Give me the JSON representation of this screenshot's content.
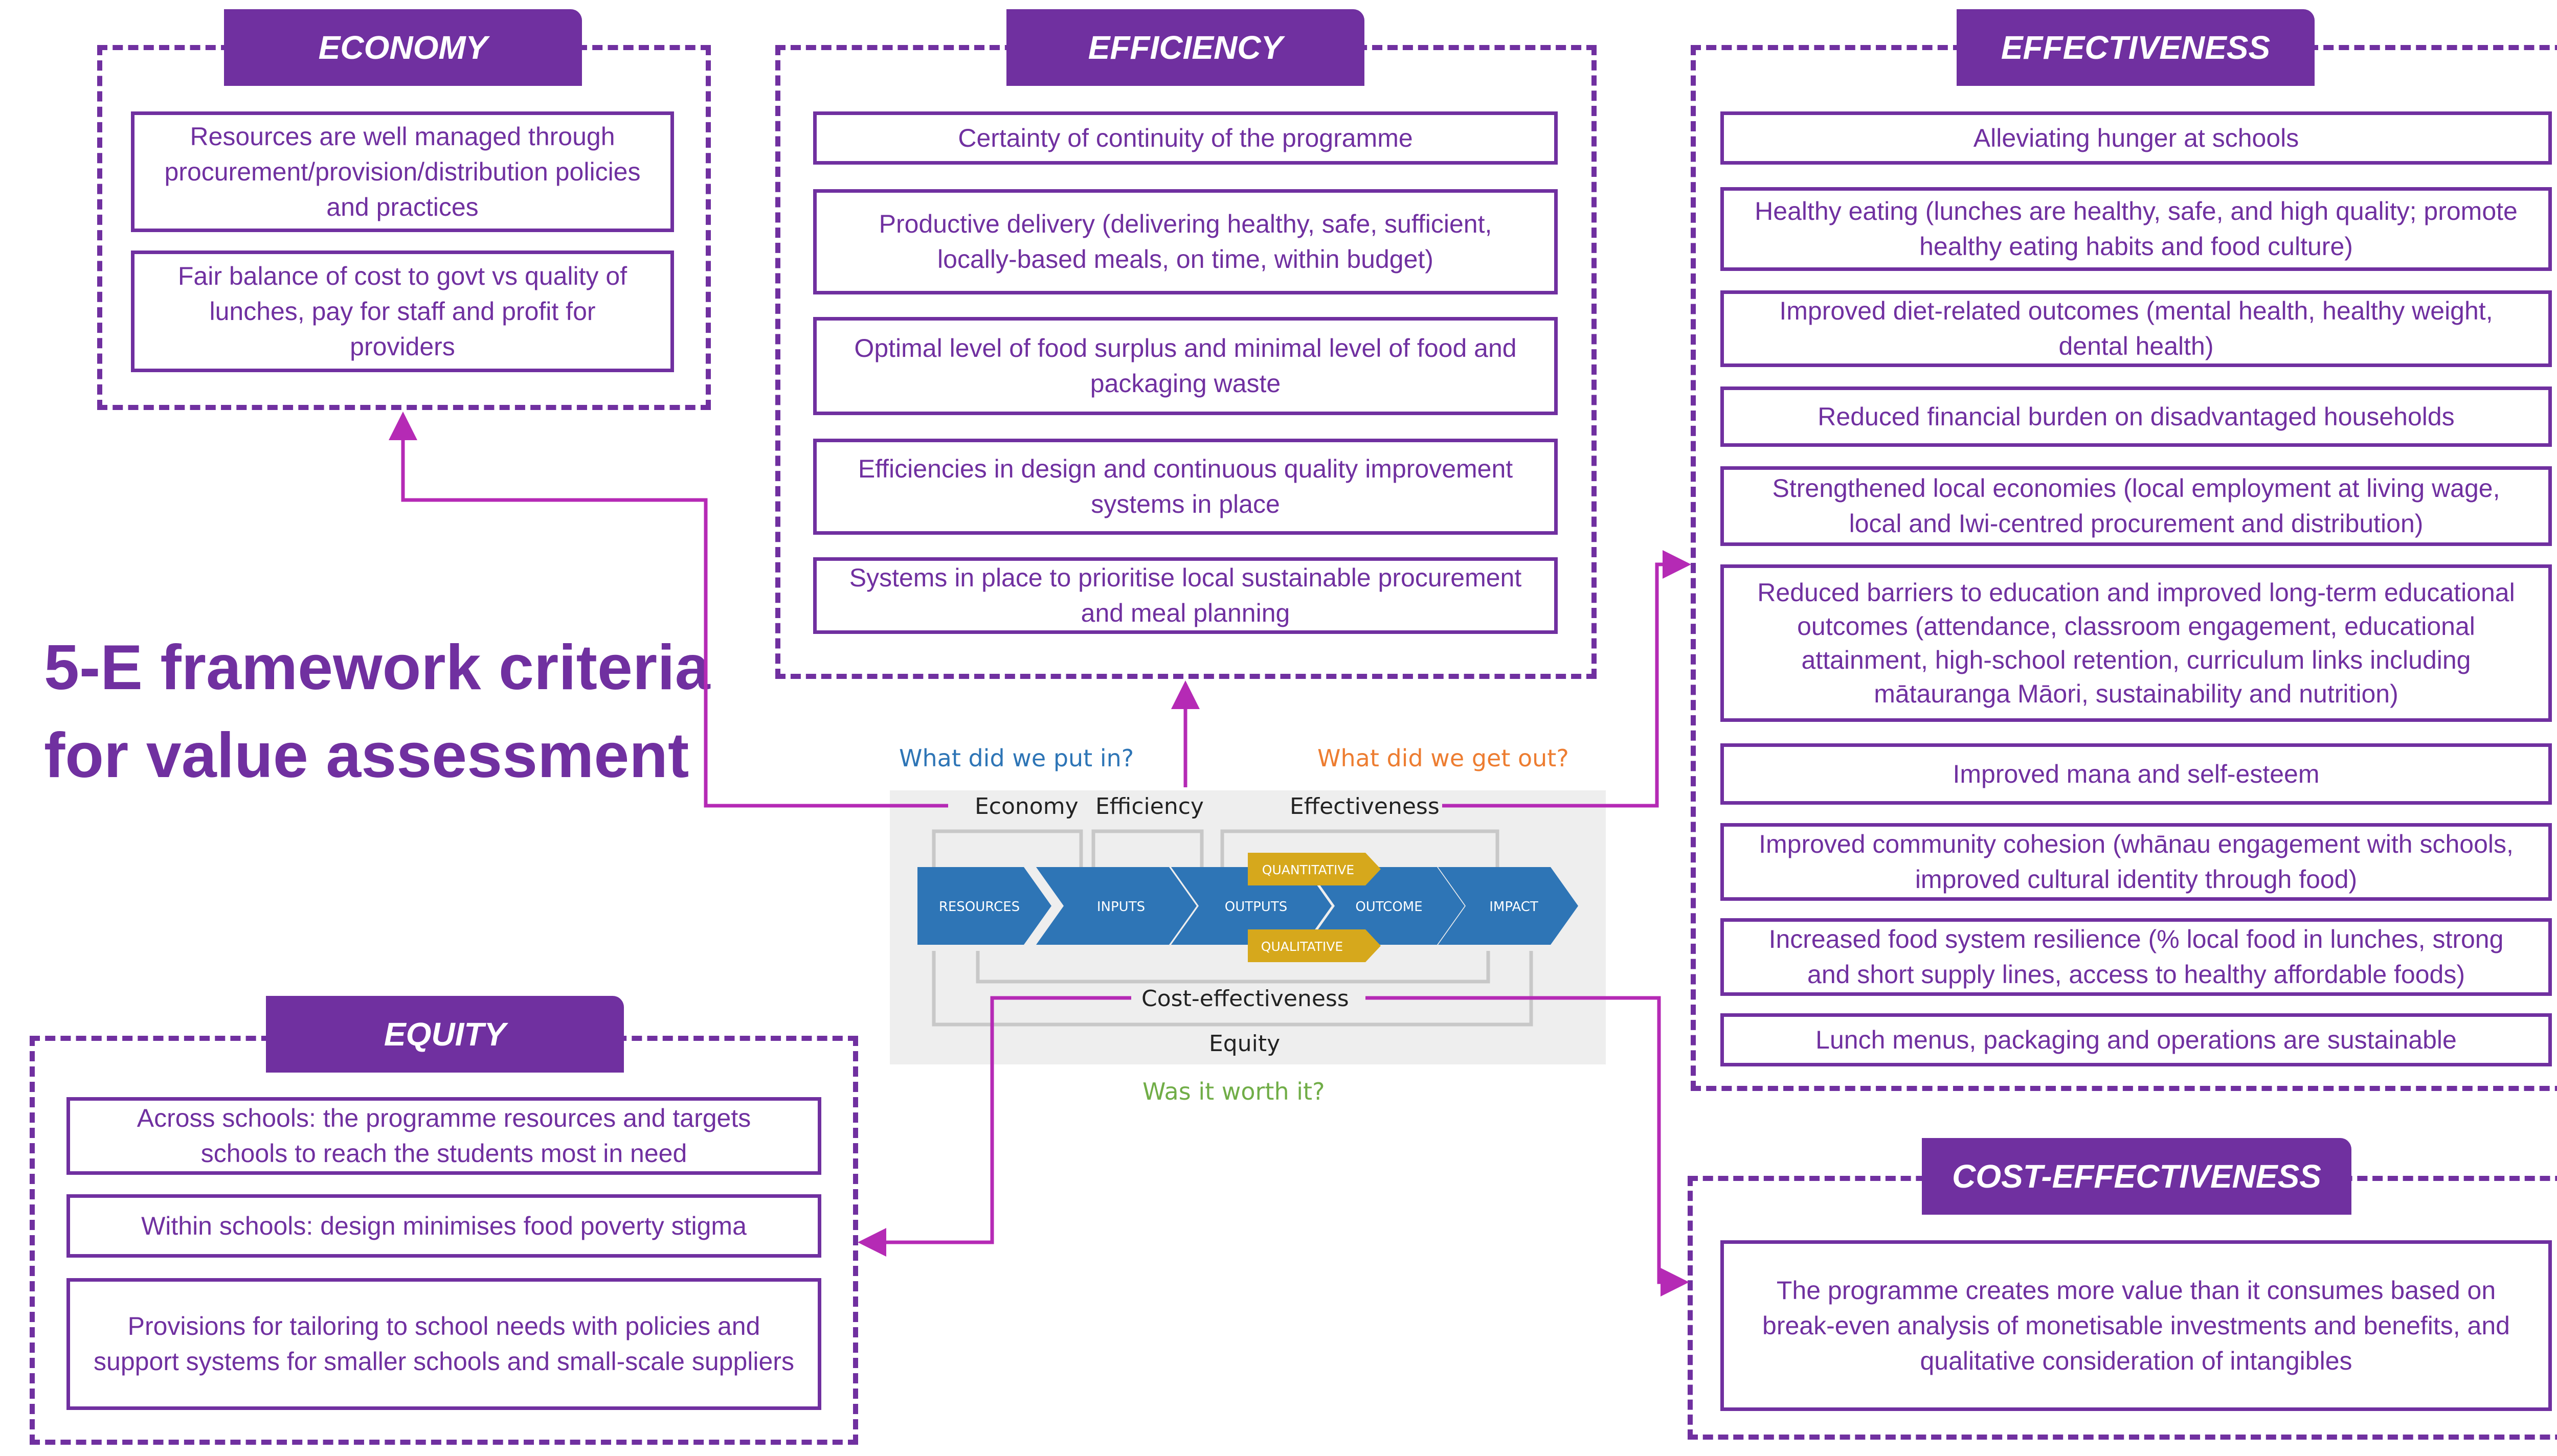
{
  "title": "5-E framework criteria for value assessment",
  "economy": {
    "heading": "ECONOMY",
    "items": [
      "Resources are well managed through procurement/provision/distribution policies and practices",
      "Fair balance of cost to govt vs quality of lunches, pay for staff and profit for providers"
    ]
  },
  "efficiency": {
    "heading": "EFFICIENCY",
    "items": [
      "Certainty of continuity of the programme",
      "Productive delivery (delivering healthy, safe, sufficient, locally-based meals, on time, within budget)",
      "Optimal level of food surplus and minimal level of food and packaging waste",
      "Efficiencies in design and continuous quality improvement systems in place",
      "Systems in place to prioritise local sustainable procurement and meal planning"
    ]
  },
  "effectiveness": {
    "heading": "EFFECTIVENESS",
    "items": [
      "Alleviating hunger at schools",
      "Healthy eating (lunches are healthy, safe, and high quality; promote healthy eating habits and food culture)",
      "Improved diet-related outcomes (mental health, healthy weight, dental health)",
      "Reduced financial burden on disadvantaged households",
      "Strengthened local economies (local employment at living wage, local and Iwi-centred procurement and distribution)",
      "Reduced barriers to education and improved long-term educational outcomes (attendance, classroom engagement, educational attainment, high-school retention, curriculum links including mātauranga Māori, sustainability and nutrition)",
      "Improved mana and self-esteem",
      "Improved community cohesion (whānau engagement with schools, improved cultural identity through food)",
      "Increased food system resilience (% local food in lunches, strong and short supply lines, access to healthy affordable foods)",
      "Lunch menus, packaging and operations are sustainable"
    ]
  },
  "equity": {
    "heading": "EQUITY",
    "items": [
      "Across schools: the programme resources and targets schools to reach the students most in need",
      "Within schools: design minimises food poverty stigma",
      "Provisions for tailoring to school needs with policies and support systems for smaller schools and small-scale suppliers"
    ]
  },
  "cost_effectiveness": {
    "heading": "COST-EFFECTIVENESS",
    "items": [
      "The programme creates more value than it consumes based on break-even analysis of monetisable investments and benefits, and qualitative consideration of intangibles"
    ]
  },
  "center": {
    "question_in": "What did we put in?",
    "question_out": "What did we get out?",
    "question_worth": "Was it worth it?",
    "label_economy": "Economy",
    "label_efficiency": "Efficiency",
    "label_effectiveness": "Effectiveness",
    "label_cost_effectiveness": "Cost-effectiveness",
    "label_equity": "Equity",
    "chain": [
      "RESOURCES",
      "INPUTS",
      "OUTPUTS",
      "OUTCOME",
      "IMPACT"
    ],
    "tag_quantitative": "QUANTITATIVE",
    "tag_qualitative": "QUALITATIVE"
  },
  "colors": {
    "purple": "#7030a0",
    "connector": "#b52ab5",
    "chevron_blue": "#2e75b6",
    "tag_gold": "#d6a81c",
    "question_in": "#2e75b6",
    "question_out": "#ed7d31",
    "question_worth": "#70ad47"
  }
}
